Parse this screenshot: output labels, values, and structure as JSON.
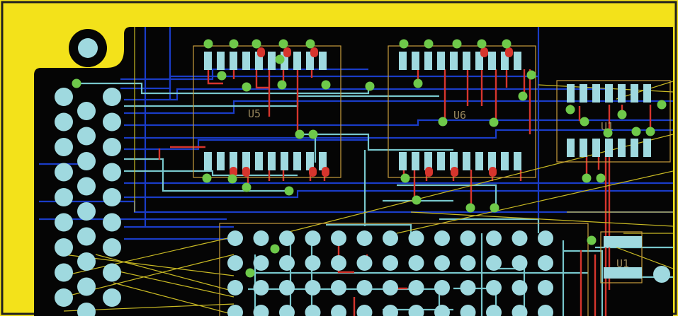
{
  "colors": {
    "board_fill": "#f3e21a",
    "board_edge": "#1f1f1f",
    "copper_bg": "#050505",
    "pad": "#9fd9df",
    "pad_dark": "#10272a",
    "via": "#6ec94a",
    "trace_red": "#d6352d",
    "trace_blue": "#1a3cc7",
    "trace_cyan": "#78c7cc",
    "trace_yellow": "#c9ba24",
    "silk_outline": "#c79c3d"
  },
  "labels": {
    "ref_u_left": "U5",
    "ref_u_mid": "U6",
    "ref_u_right": "U1",
    "ref_small_right": "U1"
  },
  "icons": {
    "mounting_hole": "mounting-hole-icon",
    "via": "via-icon",
    "pad": "pad-icon"
  }
}
